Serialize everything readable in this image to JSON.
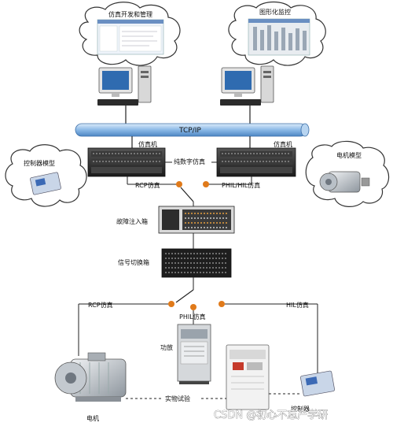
{
  "labels": {
    "sim_dev_cloud": "仿真开发和管理",
    "graphic_monitor_cloud": "图形化监控",
    "bus": "TCP/IP",
    "simulator_left": "仿真机",
    "simulator_right": "仿真机",
    "pure_digital": "纯数字仿真",
    "controller_model": "控制器模型",
    "motor_model": "电机模型",
    "rcp_sim_top": "RCP仿真",
    "phil_hil_sim": "PHIL/HIL仿真",
    "fault_box": "故障注入箱",
    "switch_box": "信号切换箱",
    "rcp_sim_bottom": "RCP仿真",
    "phil_sim": "PHIL仿真",
    "hil_sim": "HIL仿真",
    "power_amp": "功放",
    "motor": "电机",
    "controller": "控制器",
    "physical_test": "实物试验",
    "watermark": "CSDN @初心不忘产学研"
  },
  "colors": {
    "bus": "#8ab8e6",
    "switch_node": "#e07a1a",
    "line": "#222222"
  }
}
